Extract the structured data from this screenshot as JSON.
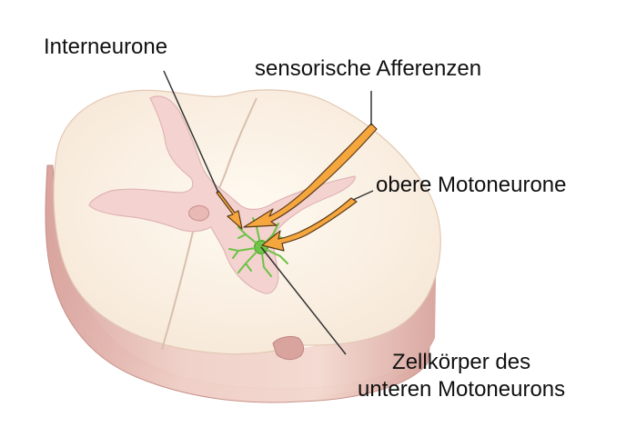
{
  "labels": {
    "interneurone": "Interneurone",
    "sensory_afferents": "sensorische Afferenzen",
    "upper_motoneurons": "obere Motoneurone",
    "cell_body_line1": "Zellkörper des",
    "cell_body_line2": "unteren Motoneurons"
  },
  "colors": {
    "white_matter": "#fbf1e6",
    "outer_side": "#e9c1bb",
    "gray_matter": "#f3d2d0",
    "neuron": "#7dcf4f",
    "arrow_fill": "#f5a63d",
    "arrow_stroke": "#5b3a1a",
    "pointer_line": "#333333"
  }
}
